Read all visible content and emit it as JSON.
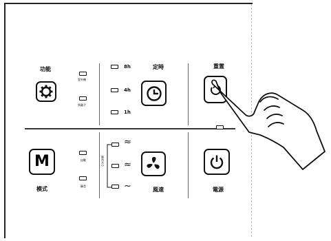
{
  "labels": {
    "function": "功能",
    "timer": "定時",
    "reset": "重置",
    "mode": "模式",
    "fan_speed": "風速",
    "power": "電源"
  },
  "timer_options": [
    "8h",
    "4h",
    "1h"
  ],
  "function_indicators": [
    "室外機",
    "負離子"
  ],
  "mode_indicators": [
    "自動",
    "靜音"
  ],
  "fan_speed_side_label": "風力大小",
  "fan_speed_levels": [
    "≈",
    "≈",
    "~"
  ],
  "icons": {
    "function": "gear-icon",
    "timer": "clock-icon",
    "reset": "reset-icon",
    "mode": "m-icon",
    "fan_speed": "fan-icon",
    "power": "power-icon",
    "hand": "pointing-hand"
  }
}
